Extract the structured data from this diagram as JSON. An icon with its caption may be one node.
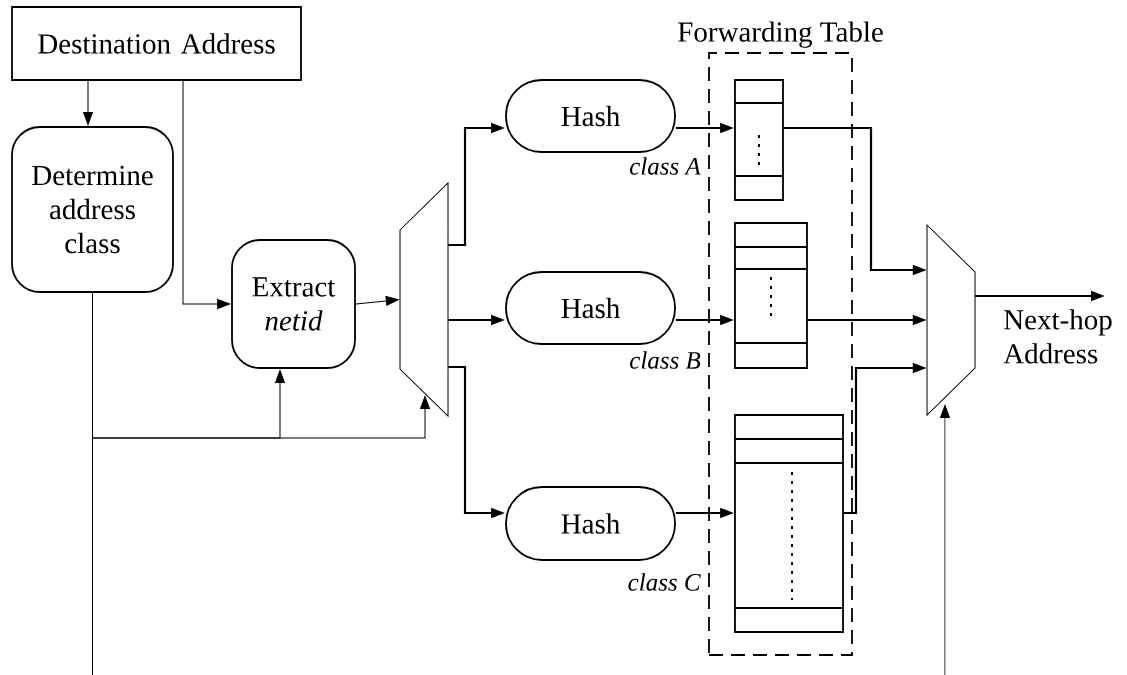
{
  "diagram": {
    "nodes": [
      {
        "text": [
          "Destination Address"
        ]
      },
      {
        "text": [
          "Determine address class"
        ]
      },
      {
        "text": [
          "Extract *netid*"
        ]
      },
      {
        "text": [],
        "shape": "trapezoid"
      },
      {
        "text": [
          "Hash"
        ]
      },
      {
        "text": [
          "Hash"
        ]
      },
      {
        "text": [
          "Hash"
        ]
      },
      {
        "text": [
          "Forwarding Table"
        ]
      },
      {
        "text": [],
        "shape": "table",
        "in": 7
      },
      {
        "text": [],
        "shape": "table",
        "in": 7
      },
      {
        "text": [],
        "shape": "table",
        "in": 7
      },
      {
        "text": [],
        "shape": "trapezoid"
      }
    ],
    "edges": [
      {
        "from": 0,
        "to": 1,
        "arrow": "to"
      },
      {
        "from": 0,
        "to": 2,
        "arrow": "to"
      },
      {
        "from": 1,
        "to": 2,
        "arrow": "to"
      },
      {
        "from": 1,
        "to": 3,
        "arrow": "to"
      },
      {
        "from": 1,
        "to": null,
        "arrow": "none"
      },
      {
        "from": 2,
        "to": 3,
        "arrow": "to"
      },
      {
        "from": 3,
        "to": 4,
        "arrow": "to"
      },
      {
        "from": 3,
        "to": 5,
        "arrow": "to"
      },
      {
        "from": 3,
        "to": 6,
        "arrow": "to"
      },
      {
        "from": 4,
        "to": 8,
        "arrow": "to"
      },
      {
        "from": 5,
        "to": 9,
        "arrow": "to"
      },
      {
        "from": 6,
        "to": 10,
        "arrow": "to"
      },
      {
        "from": 8,
        "to": 11,
        "arrow": "to"
      },
      {
        "from": 9,
        "to": 11,
        "arrow": "to"
      },
      {
        "from": 10,
        "to": 11,
        "arrow": "to"
      },
      {
        "from": null,
        "to": 11,
        "arrow": "to"
      },
      {
        "from": 11,
        "to": null,
        "arrow": "to",
        "label": "Next-hop Address"
      }
    ],
    "labels": [
      "*class A*",
      "*class B*",
      "*class C*"
    ]
  }
}
